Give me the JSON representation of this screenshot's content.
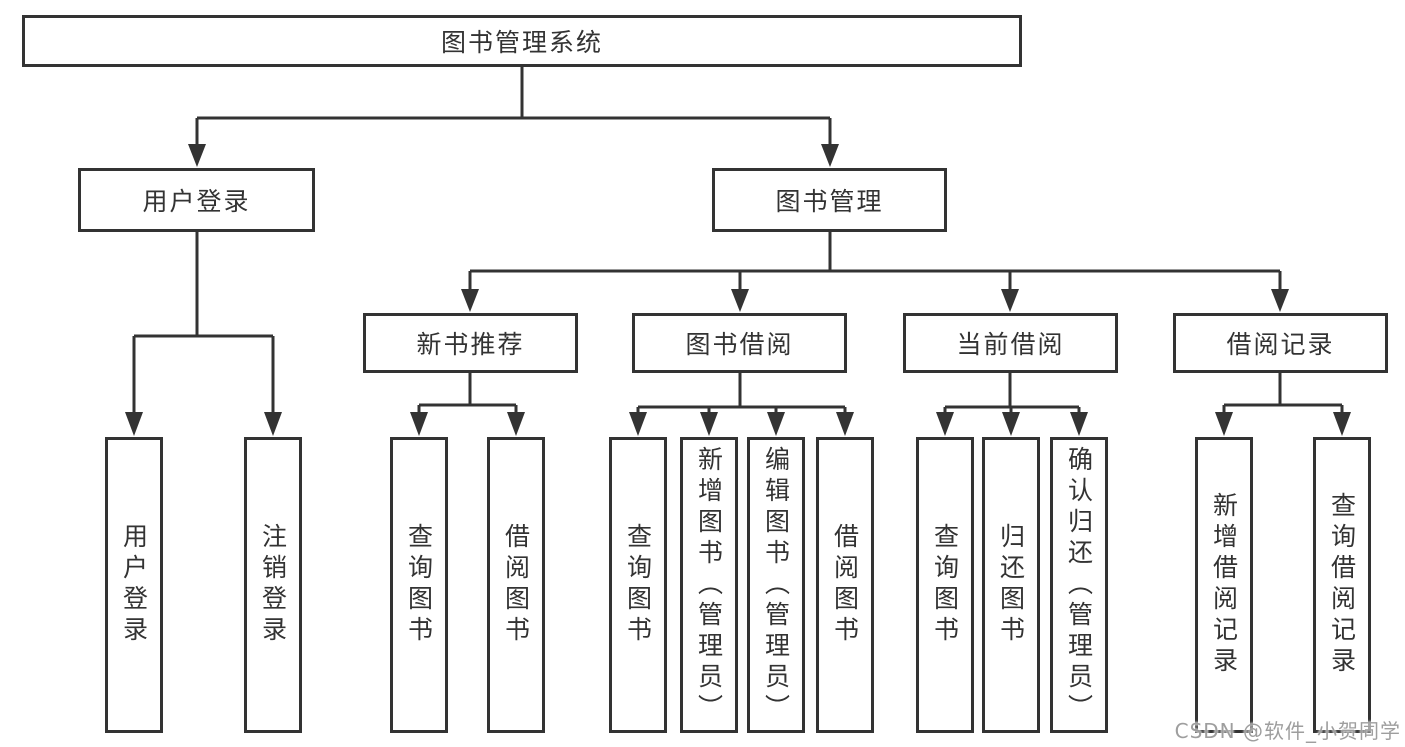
{
  "diagram": {
    "title": "图书管理系统",
    "level2": [
      {
        "label": "用户登录"
      },
      {
        "label": "图书管理"
      }
    ],
    "level3": [
      {
        "label": "新书推荐"
      },
      {
        "label": "图书借阅"
      },
      {
        "label": "当前借阅"
      },
      {
        "label": "借阅记录"
      }
    ],
    "leaves": {
      "user_login": [
        "用户登录",
        "注销登录"
      ],
      "new_books": [
        "查询图书",
        "借阅图书"
      ],
      "book_borrowing": [
        "查询图书",
        "新增图书（管理员）",
        "编辑图书（管理员）",
        "借阅图书"
      ],
      "current_borrowing": [
        "查询图书",
        "归还图书",
        "确认归还（管理员）"
      ],
      "borrowing_records": [
        "新增借阅记录",
        "查询借阅记录"
      ]
    },
    "colors": {
      "line": "#333333",
      "text": "#333333",
      "box_fill": "#ffffff"
    }
  },
  "watermark": {
    "text": "CSDN @软件_小贺同学",
    "color": "#9e9e9e"
  }
}
